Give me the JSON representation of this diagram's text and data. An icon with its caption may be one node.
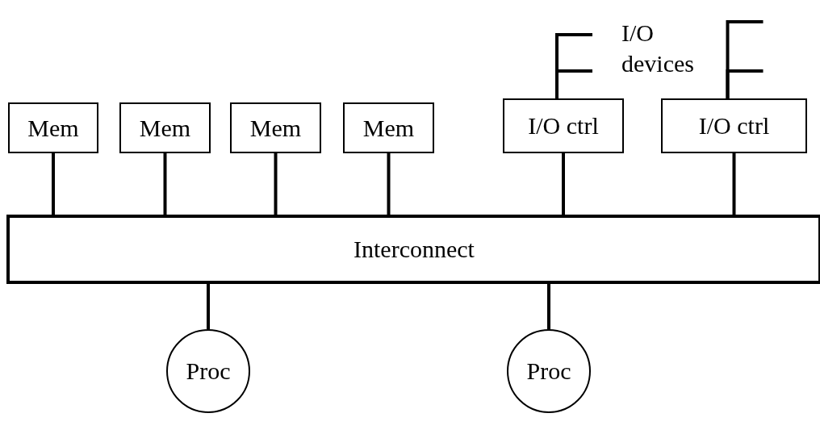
{
  "diagram": {
    "nodes": [
      {
        "text": [
          "Mem"
        ]
      },
      {
        "text": [
          "Mem"
        ]
      },
      {
        "text": [
          "Mem"
        ]
      },
      {
        "text": [
          "Mem"
        ]
      },
      {
        "text": [
          "I/O ctrl"
        ]
      },
      {
        "text": [
          "I/O ctrl"
        ]
      },
      {
        "text": [
          "Interconnect"
        ]
      },
      {
        "text": [
          "Proc"
        ]
      },
      {
        "text": [
          "Proc"
        ]
      }
    ],
    "edges": [
      {
        "from": 0,
        "to": 6,
        "arrow": "none"
      },
      {
        "from": 1,
        "to": 6,
        "arrow": "none"
      },
      {
        "from": 2,
        "to": 6,
        "arrow": "none"
      },
      {
        "from": 3,
        "to": 6,
        "arrow": "none"
      },
      {
        "from": 4,
        "to": 6,
        "arrow": "none"
      },
      {
        "from": 5,
        "to": 6,
        "arrow": "none"
      },
      {
        "from": 6,
        "to": 7,
        "arrow": "none"
      },
      {
        "from": 6,
        "to": 8,
        "arrow": "none"
      },
      {
        "from": 4,
        "to": null,
        "arrow": "none"
      },
      {
        "from": 4,
        "to": null,
        "arrow": "none"
      },
      {
        "from": 5,
        "to": null,
        "arrow": "none"
      },
      {
        "from": 5,
        "to": null,
        "arrow": "none"
      }
    ],
    "labels": [
      "I/O devices"
    ]
  }
}
